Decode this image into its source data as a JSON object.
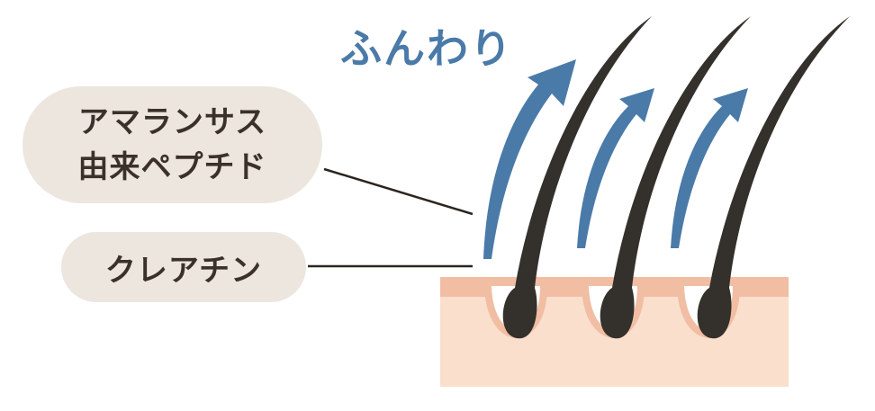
{
  "title_label": "ふんわり",
  "ingredients": {
    "amaranth_line1": "アマランサス",
    "amaranth_line2": "由来ペプチド",
    "creatine": "クレアチン"
  },
  "colors": {
    "pill_bg": "#ece6df",
    "text": "#3a312b",
    "arrow": "#4a7aa8",
    "skin": "#f9dfcc",
    "skin_top": "#f1bea3",
    "hair": "#34302b"
  },
  "icons": [
    "hair-strand-icon",
    "upward-arrow-icon",
    "skin-layer-icon"
  ]
}
